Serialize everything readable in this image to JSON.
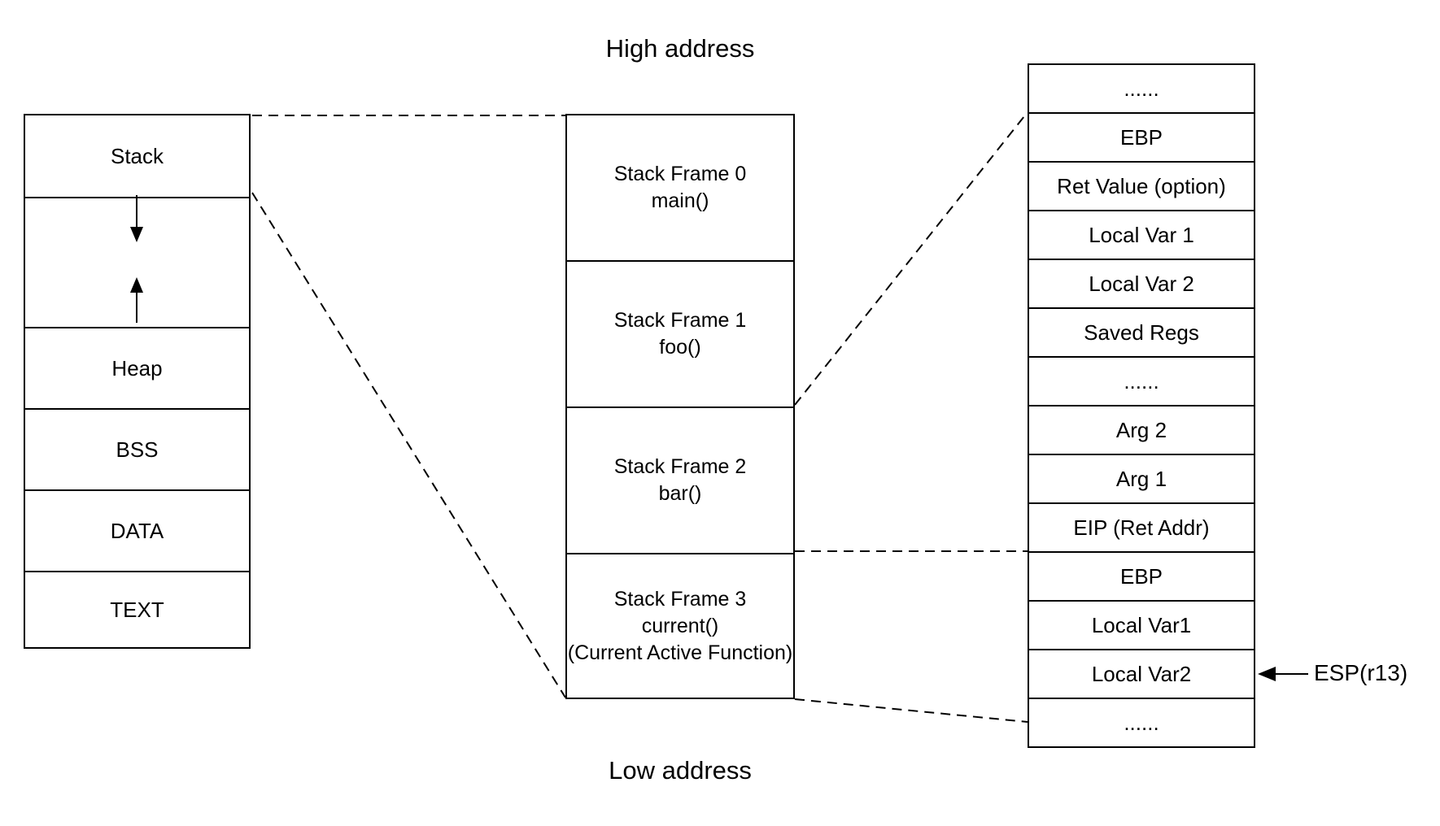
{
  "labels": {
    "high_address": "High address",
    "low_address": "Low address",
    "esp": "ESP(r13)"
  },
  "memory_segments": [
    "Stack",
    "Heap",
    "BSS",
    "DATA",
    "TEXT"
  ],
  "stack_frames": [
    {
      "name": "Stack Frame 0",
      "func": "main()"
    },
    {
      "name": "Stack Frame 1",
      "func": "foo()"
    },
    {
      "name": "Stack Frame 2",
      "func": "bar()"
    },
    {
      "name": "Stack Frame 3",
      "func": "current()",
      "note": "(Current Active Function)"
    }
  ],
  "frame_detail": [
    "......",
    "EBP",
    "Ret Value (option)",
    "Local Var 1",
    "Local Var 2",
    "Saved Regs",
    "......",
    "Arg 2",
    "Arg 1",
    "EIP (Ret Addr)",
    "EBP",
    "Local Var1",
    "Local Var2",
    "......"
  ]
}
